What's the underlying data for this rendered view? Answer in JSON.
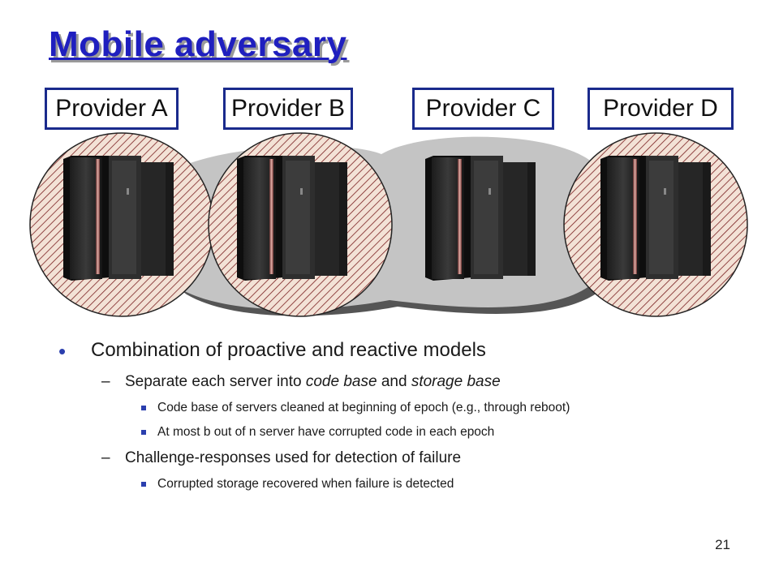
{
  "slide": {
    "title": "Mobile adversary",
    "page_number": "21"
  },
  "providers": [
    {
      "label": "Provider A",
      "compromised": true
    },
    {
      "label": "Provider B",
      "compromised": true
    },
    {
      "label": "Provider C",
      "compromised": false
    },
    {
      "label": "Provider D",
      "compromised": true
    }
  ],
  "bullets": {
    "main": "Combination of proactive and reactive models",
    "sub1": {
      "prefix": "Separate each server into ",
      "em1": "code base",
      "middle": " and ",
      "em2": "storage base"
    },
    "sub1_items": [
      "Code base of servers cleaned at beginning of epoch (e.g., through reboot)",
      "At most b out of n server have corrupted code in each epoch"
    ],
    "sub2": "Challenge-responses used for detection of failure",
    "sub2_items": [
      "Corrupted storage recovered when failure is detected"
    ]
  },
  "colors": {
    "title": "#1f1fbf",
    "provider_border": "#1a2a8c",
    "hatch": "#7a2020",
    "hatch_bg": "#f3e2d6",
    "cloud": "#c4c4c4",
    "bullet": "#2b3fae"
  }
}
